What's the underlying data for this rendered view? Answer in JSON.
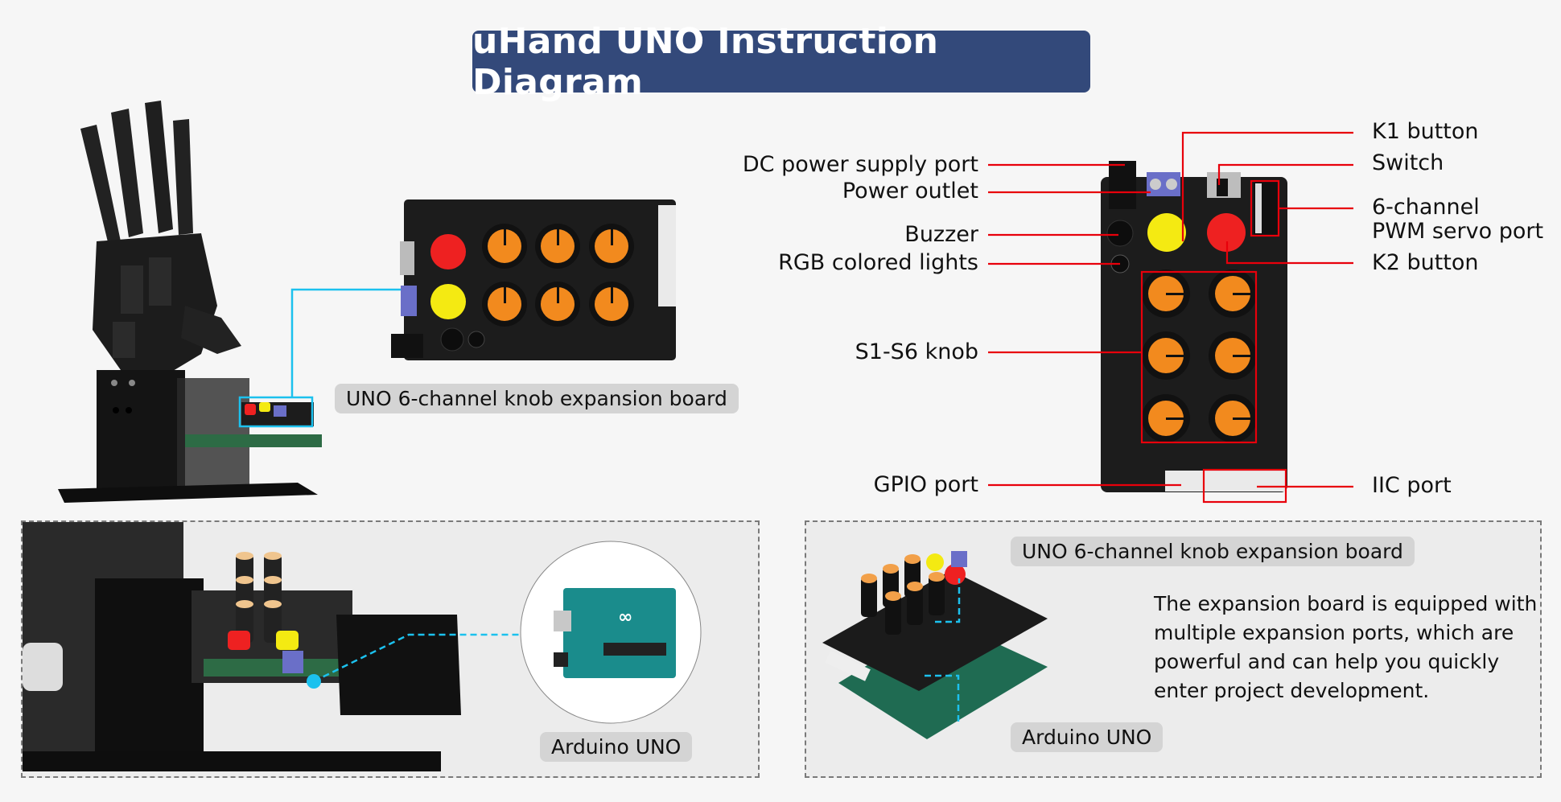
{
  "title": "uHand UNO Instruction Diagram",
  "left_top": {
    "board_tag": "UNO 6-channel  knob expansion board"
  },
  "callouts": {
    "dc_power": "DC power supply port",
    "power_outlet": "Power outlet",
    "buzzer": "Buzzer",
    "rgb_lights": "RGB colored lights",
    "knobs": "S1-S6 knob",
    "gpio": "GPIO port",
    "k1": "K1 button",
    "switch": "Switch",
    "pwm_line1": "6-channel",
    "pwm_line2": "PWM servo port",
    "k2": "K2 button",
    "iic": "IIC port"
  },
  "bottom_left": {
    "arduino_tag": "Arduino UNO"
  },
  "bottom_right": {
    "board_tag": "UNO 6-channel  knob expansion board",
    "arduino_tag": "Arduino UNO",
    "description_lines": [
      "The expansion board is equipped with",
      "multiple expansion ports, which are",
      "powerful and can help you quickly",
      "enter project development."
    ]
  },
  "colors": {
    "title_bg": "#33497a",
    "callout_line": "#e8000b",
    "connector_line": "#1cc1ee",
    "board_black": "#1c1c1c",
    "knob_orange": "#f28a1e",
    "button_red": "#ee2121",
    "button_yellow": "#f4ea12"
  }
}
